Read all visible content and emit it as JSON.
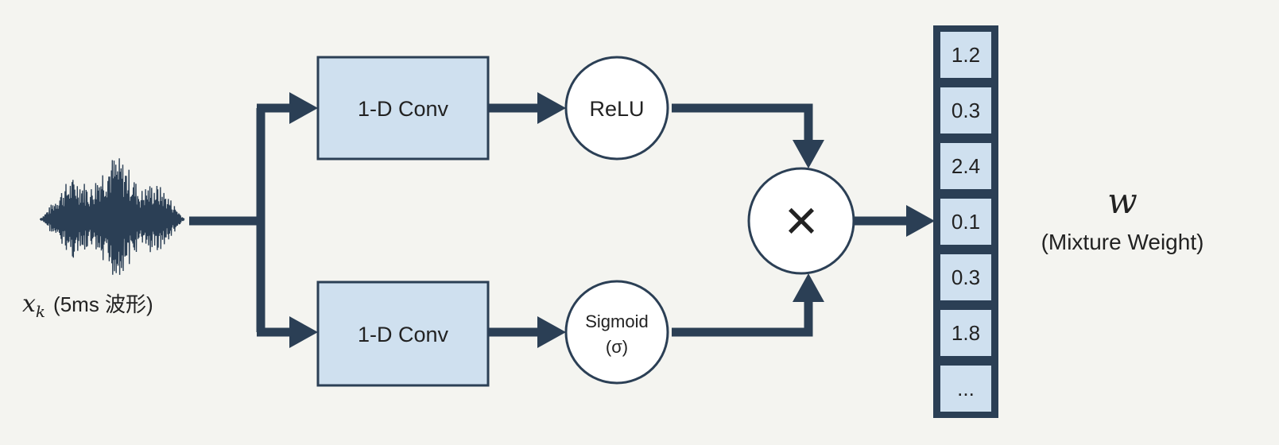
{
  "colors": {
    "background": "#f4f4f0",
    "stroke": "#2b3f55",
    "box_fill": "#cfe0ef",
    "circle_fill": "#ffffff",
    "text": "#222222"
  },
  "input": {
    "symbol": "x",
    "subscript": "k",
    "label": "(5ms 波形)"
  },
  "conv_top": {
    "label": "1-D Conv"
  },
  "conv_bottom": {
    "label": "1-D Conv"
  },
  "relu": {
    "label": "ReLU"
  },
  "sigmoid": {
    "label": "Sigmoid",
    "sublabel": "(σ)"
  },
  "multiply": {
    "symbol": "×"
  },
  "vector": {
    "cells": [
      "1.2",
      "0.3",
      "2.4",
      "0.1",
      "0.3",
      "1.8",
      "..."
    ]
  },
  "output": {
    "symbol": "w",
    "label": "(Mixture Weight)"
  }
}
